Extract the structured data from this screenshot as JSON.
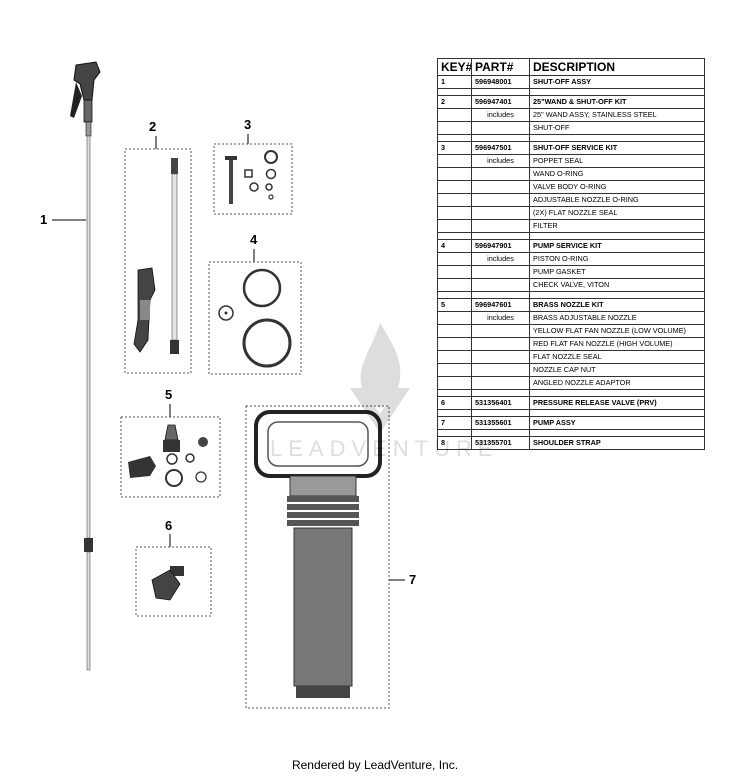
{
  "callouts": [
    "1",
    "2",
    "3",
    "4",
    "5",
    "6",
    "7"
  ],
  "table": {
    "headers": [
      "KEY#",
      "PART#",
      "DESCRIPTION"
    ],
    "rows": [
      {
        "key": "1",
        "part": "596948001",
        "desc": "SHUT-OFF ASSY",
        "main": true
      },
      {
        "gap": true
      },
      {
        "key": "2",
        "part": "596947401",
        "desc": "25\"WAND & SHUT-OFF KIT",
        "main": true
      },
      {
        "key": "",
        "part": "includes",
        "desc": "25\" WAND ASSY, STAINLESS STEEL"
      },
      {
        "key": "",
        "part": "",
        "desc": "SHUT-OFF"
      },
      {
        "gap": true
      },
      {
        "key": "3",
        "part": "596947501",
        "desc": "SHUT-OFF SERVICE KIT",
        "main": true
      },
      {
        "key": "",
        "part": "includes",
        "desc": "POPPET SEAL"
      },
      {
        "key": "",
        "part": "",
        "desc": "WAND O-RING"
      },
      {
        "key": "",
        "part": "",
        "desc": "VALVE BODY O-RING"
      },
      {
        "key": "",
        "part": "",
        "desc": "ADJUSTABLE NOZZLE O-RING"
      },
      {
        "key": "",
        "part": "",
        "desc": "(2X) FLAT NOZZLE SEAL"
      },
      {
        "key": "",
        "part": "",
        "desc": "FILTER"
      },
      {
        "gap": true
      },
      {
        "key": "4",
        "part": "596947901",
        "desc": "PUMP SERVICE KIT",
        "main": true
      },
      {
        "key": "",
        "part": "includes",
        "desc": "PISTON O-RING"
      },
      {
        "key": "",
        "part": "",
        "desc": "PUMP GASKET"
      },
      {
        "key": "",
        "part": "",
        "desc": "CHECK VALVE, VITON"
      },
      {
        "gap": true
      },
      {
        "key": "5",
        "part": "596947601",
        "desc": "BRASS NOZZLE KIT",
        "main": true
      },
      {
        "key": "",
        "part": "includes",
        "desc": "BRASS ADJUSTABLE NOZZLE"
      },
      {
        "key": "",
        "part": "",
        "desc": "YELLOW FLAT FAN NOZZLE (LOW VOLUME)"
      },
      {
        "key": "",
        "part": "",
        "desc": "RED FLAT FAN NOZZLE (HIGH VOLUME)"
      },
      {
        "key": "",
        "part": "",
        "desc": "FLAT NOZZLE SEAL"
      },
      {
        "key": "",
        "part": "",
        "desc": "NOZZLE CAP NUT"
      },
      {
        "key": "",
        "part": "",
        "desc": "ANGLED NOZZLE ADAPTOR"
      },
      {
        "gap": true
      },
      {
        "key": "6",
        "part": "531356401",
        "desc": "PRESSURE RELEASE VALVE (PRV)",
        "main": true
      },
      {
        "gap": true
      },
      {
        "key": "7",
        "part": "531355601",
        "desc": "PUMP ASSY",
        "main": true
      },
      {
        "gap": true
      },
      {
        "key": "8",
        "part": "531355701",
        "desc": "SHOULDER STRAP",
        "main": true
      }
    ]
  },
  "watermark": "LEADVENTURE",
  "footer": "Rendered by LeadVenture, Inc."
}
